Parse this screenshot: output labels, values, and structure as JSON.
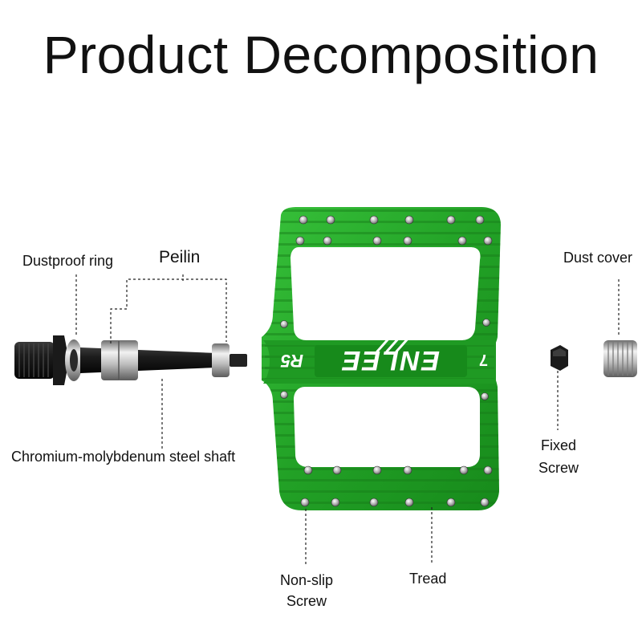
{
  "title": "Product Decomposition",
  "labels": {
    "dustproof_ring": "Dustproof ring",
    "peilin": "Peilin",
    "shaft": "Chromium-molybdenum steel shaft",
    "dust_cover": "Dust cover",
    "fixed_screw_line1": "Fixed",
    "fixed_screw_line2": "Screw",
    "non_slip_line1": "Non-slip",
    "non_slip_line2": "Screw",
    "tread": "Tread"
  },
  "pedal_logo": "ENLEE",
  "pedal_badge": "R5",
  "pedal_number": "7",
  "colors": {
    "pedal_green": "#2aa82a",
    "pedal_dark": "#157a17",
    "shaft_black": "#151515",
    "steel": "#b9b9b9"
  }
}
